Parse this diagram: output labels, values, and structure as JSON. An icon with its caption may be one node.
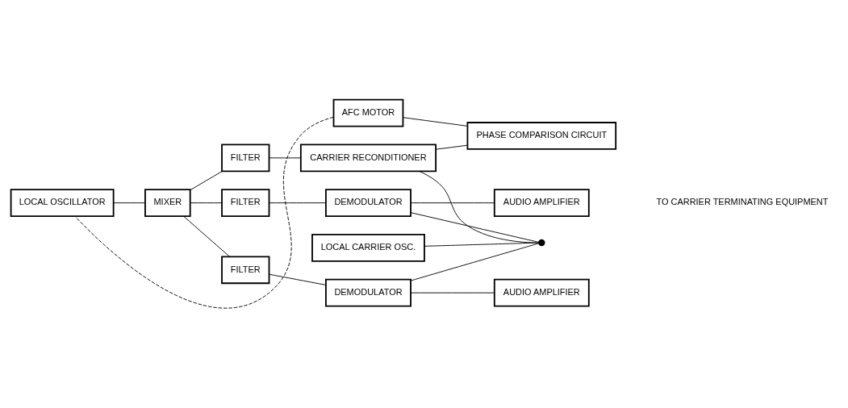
{
  "diagram": {
    "nodes": [
      {
        "text": [
          "MIXER"
        ]
      },
      {
        "text": [
          "FILTER"
        ]
      },
      {
        "text": [
          "FILTER"
        ]
      },
      {
        "text": [
          "FILTER"
        ]
      },
      {
        "text": [
          "DEMODULATOR"
        ]
      },
      {
        "text": [
          "DEMODULATOR"
        ]
      },
      {
        "text": [
          "AUDIO AMPLIFIER"
        ]
      },
      {
        "text": [
          "AUDIO AMPLIFIER"
        ]
      },
      {
        "text": [
          "CARRIER RECONDITIONER"
        ]
      },
      {
        "text": [
          "LOCAL CARRIER OSC."
        ]
      },
      {
        "text": [
          "LOCAL OSCILLATOR"
        ]
      },
      {
        "text": [
          "AFC MOTOR"
        ]
      },
      {
        "text": [
          "PHASE COMPARISON CIRCUIT"
        ]
      },
      {
        "text": [],
        "shape": "switch"
      }
    ],
    "edges": [
      {
        "from": 0,
        "to": 1,
        "arrow": "none"
      },
      {
        "from": 0,
        "to": 2,
        "arrow": "none"
      },
      {
        "from": 0,
        "to": 3,
        "arrow": "none"
      },
      {
        "from": 10,
        "to": 0,
        "arrow": "none"
      },
      {
        "from": 1,
        "to": 4,
        "arrow": "none"
      },
      {
        "from": 2,
        "to": 5,
        "arrow": "none"
      },
      {
        "from": 3,
        "to": 8,
        "arrow": "none"
      },
      {
        "from": 4,
        "to": 6,
        "arrow": "none"
      },
      {
        "from": 5,
        "to": 7,
        "arrow": "none"
      },
      {
        "from": 4,
        "to": 13,
        "arrow": "none"
      },
      {
        "from": 5,
        "to": 13,
        "arrow": "none"
      },
      {
        "from": 8,
        "to": 13,
        "arrow": "none"
      },
      {
        "from": 9,
        "to": 13,
        "arrow": "none"
      },
      {
        "from": 8,
        "to": 12,
        "arrow": "none"
      },
      {
        "from": 11,
        "to": 12,
        "arrow": "none"
      },
      {
        "from": 11,
        "to": 10,
        "arrow": "none",
        "style": "dashed"
      }
    ],
    "labels": [
      "TO CARRIER TERMINATING EQUIPMENT"
    ]
  }
}
